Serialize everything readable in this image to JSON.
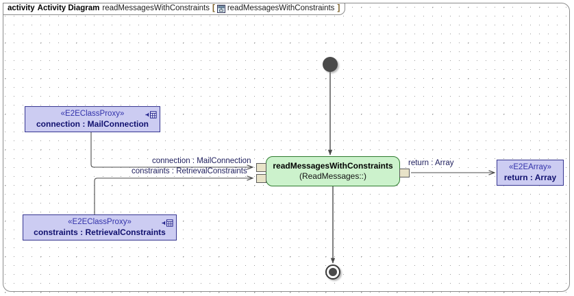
{
  "frame": {
    "header": {
      "keyword": "activity",
      "type_label": "Activity Diagram",
      "diagram_name": "readMessagesWithConstraints",
      "bracket_open": "[",
      "icon": "activity-diagram-icon",
      "qualified_name": "readMessagesWithConstraints",
      "bracket_close": "]"
    }
  },
  "nodes": {
    "initial": {
      "name": "initial-node"
    },
    "final": {
      "name": "activity-final-node"
    },
    "activity": {
      "title": "readMessagesWithConstraints",
      "subtitle": "(ReadMessages::)",
      "fill": "#ccf2cc",
      "stroke": "#2d7a2d"
    },
    "proxy_connection": {
      "stereotype": "«E2EClassProxy»",
      "name": "connection : MailConnection",
      "icon": "class-proxy-icon",
      "fill": "#ccccf2",
      "stroke": "#33338f"
    },
    "proxy_constraints": {
      "stereotype": "«E2EClassProxy»",
      "name": "constraints : RetrievalConstraints",
      "icon": "class-proxy-icon",
      "fill": "#ccccf2",
      "stroke": "#33338f"
    },
    "array_return": {
      "stereotype": "«E2EArray»",
      "name": "return : Array",
      "fill": "#ccccf2",
      "stroke": "#33338f"
    }
  },
  "pins": {
    "input_connection": {
      "label": "connection : MailConnection"
    },
    "input_constraints": {
      "label": "constraints : RetrievalConstraints"
    },
    "output_return": {
      "label": "return : Array"
    }
  },
  "colors": {
    "grid_dot": "#9a9a9a",
    "frame_border": "#8a8a8a",
    "edge": "#4a4a4a",
    "label_text": "#1c1c5c",
    "pin_fill": "#e8e3c8"
  }
}
